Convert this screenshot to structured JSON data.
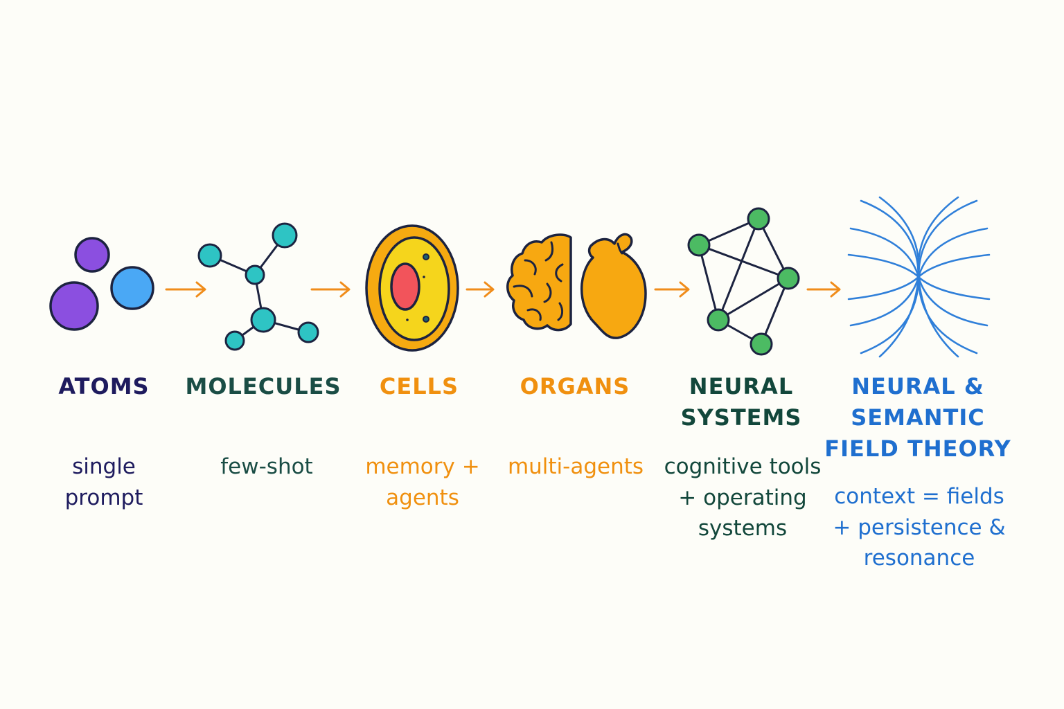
{
  "colors": {
    "background": "#fdfdf8",
    "atoms": "#1e1b5e",
    "molecules": "#1a4d45",
    "cells": "#f0900f",
    "organs": "#f0900f",
    "neural_systems": "#12473b",
    "field_theory": "#1f6fcf",
    "arrow": "#f08c1a",
    "outline": "#1c2340",
    "atom_purple": "#8b4fe0",
    "atom_blue": "#4aa8f5",
    "molecule_teal": "#2ec4c4",
    "cell_outer": "#f6aa11",
    "cell_inner": "#f5d51c",
    "cell_nucleus": "#f2545b",
    "organ_orange": "#f7a811",
    "neural_green": "#4cbb63",
    "field_blue": "#2f7fd9"
  },
  "stages": [
    {
      "id": "atoms",
      "icon": "atoms-icon",
      "title": "ATOMS",
      "description": "single\nprompt"
    },
    {
      "id": "molecules",
      "icon": "molecule-icon",
      "title": "MOLECULES",
      "description": "few-shot"
    },
    {
      "id": "cells",
      "icon": "cell-icon",
      "title": "CELLS",
      "description": "memory +\nagents"
    },
    {
      "id": "organs",
      "icon": "brain-heart-icon",
      "title": "ORGANS",
      "description": "multi-agents"
    },
    {
      "id": "neural_systems",
      "icon": "network-icon",
      "title": "NEURAL\nSYSTEMS",
      "description": "cognitive tools\n+ operating\nsystems"
    },
    {
      "id": "field_theory",
      "icon": "field-lines-icon",
      "title": "NEURAL &\nSEMANTIC\nFIELD THEORY",
      "description": "context = fields\n+ persistence &\nresonance"
    }
  ]
}
